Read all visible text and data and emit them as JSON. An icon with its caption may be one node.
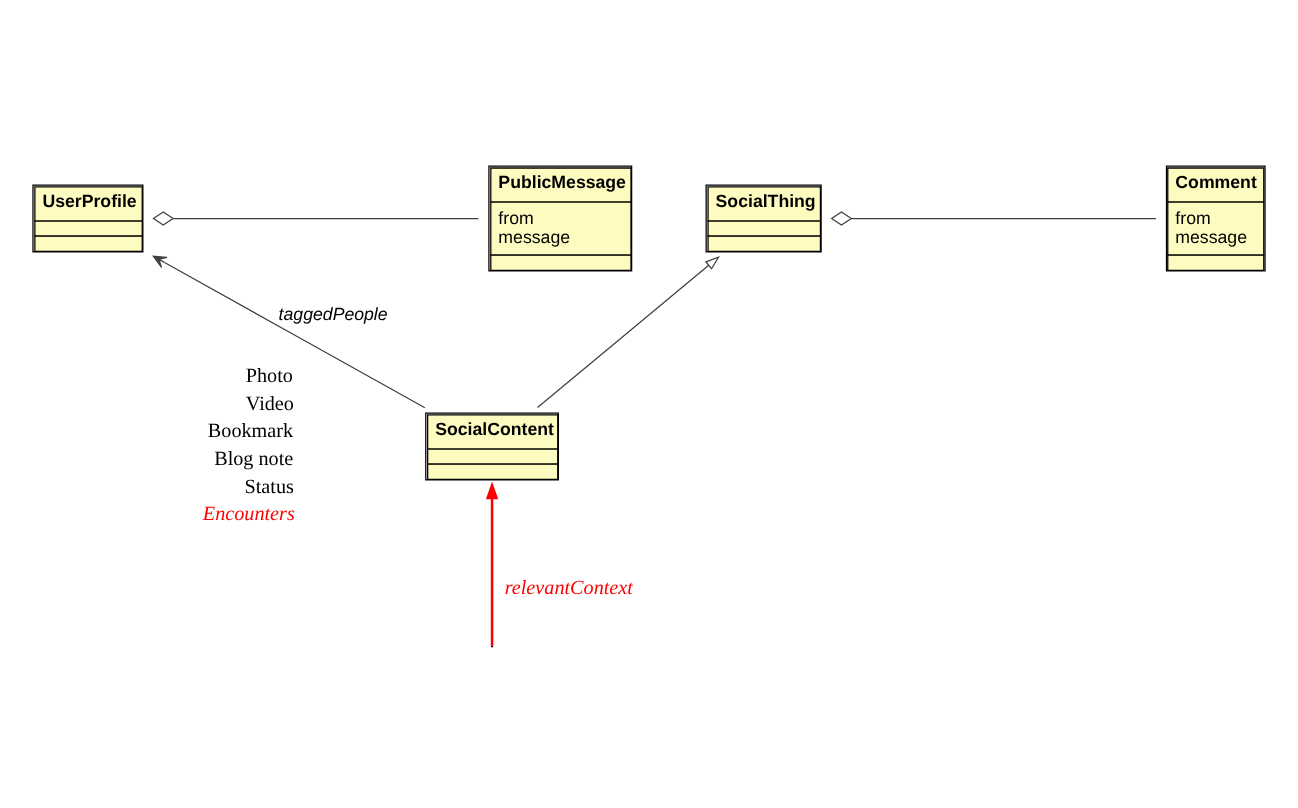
{
  "diagram": {
    "nodes": [
      {
        "text": [
          "UserProfile"
        ]
      },
      {
        "text": [
          "PublicMessage",
          "from",
          "message"
        ]
      },
      {
        "text": [
          "SocialThing"
        ]
      },
      {
        "text": [
          "Comment",
          "from",
          "message"
        ]
      },
      {
        "text": [
          "SocialContent"
        ]
      }
    ],
    "edges": [
      {
        "from": 0,
        "to": 1,
        "arrow": "other"
      },
      {
        "from": 4,
        "to": 0,
        "arrow": "to",
        "label": "taggedPeople"
      },
      {
        "from": 2,
        "to": 3,
        "arrow": "other"
      },
      {
        "from": 4,
        "to": 2,
        "arrow": "to"
      },
      {
        "from": null,
        "to": 4,
        "arrow": "to",
        "label": "relevantContext",
        "color": "#ff0000"
      }
    ],
    "labels": [
      "Photo",
      "Video",
      "Bookmark",
      "Blog note",
      "Status",
      "Encounters"
    ]
  }
}
